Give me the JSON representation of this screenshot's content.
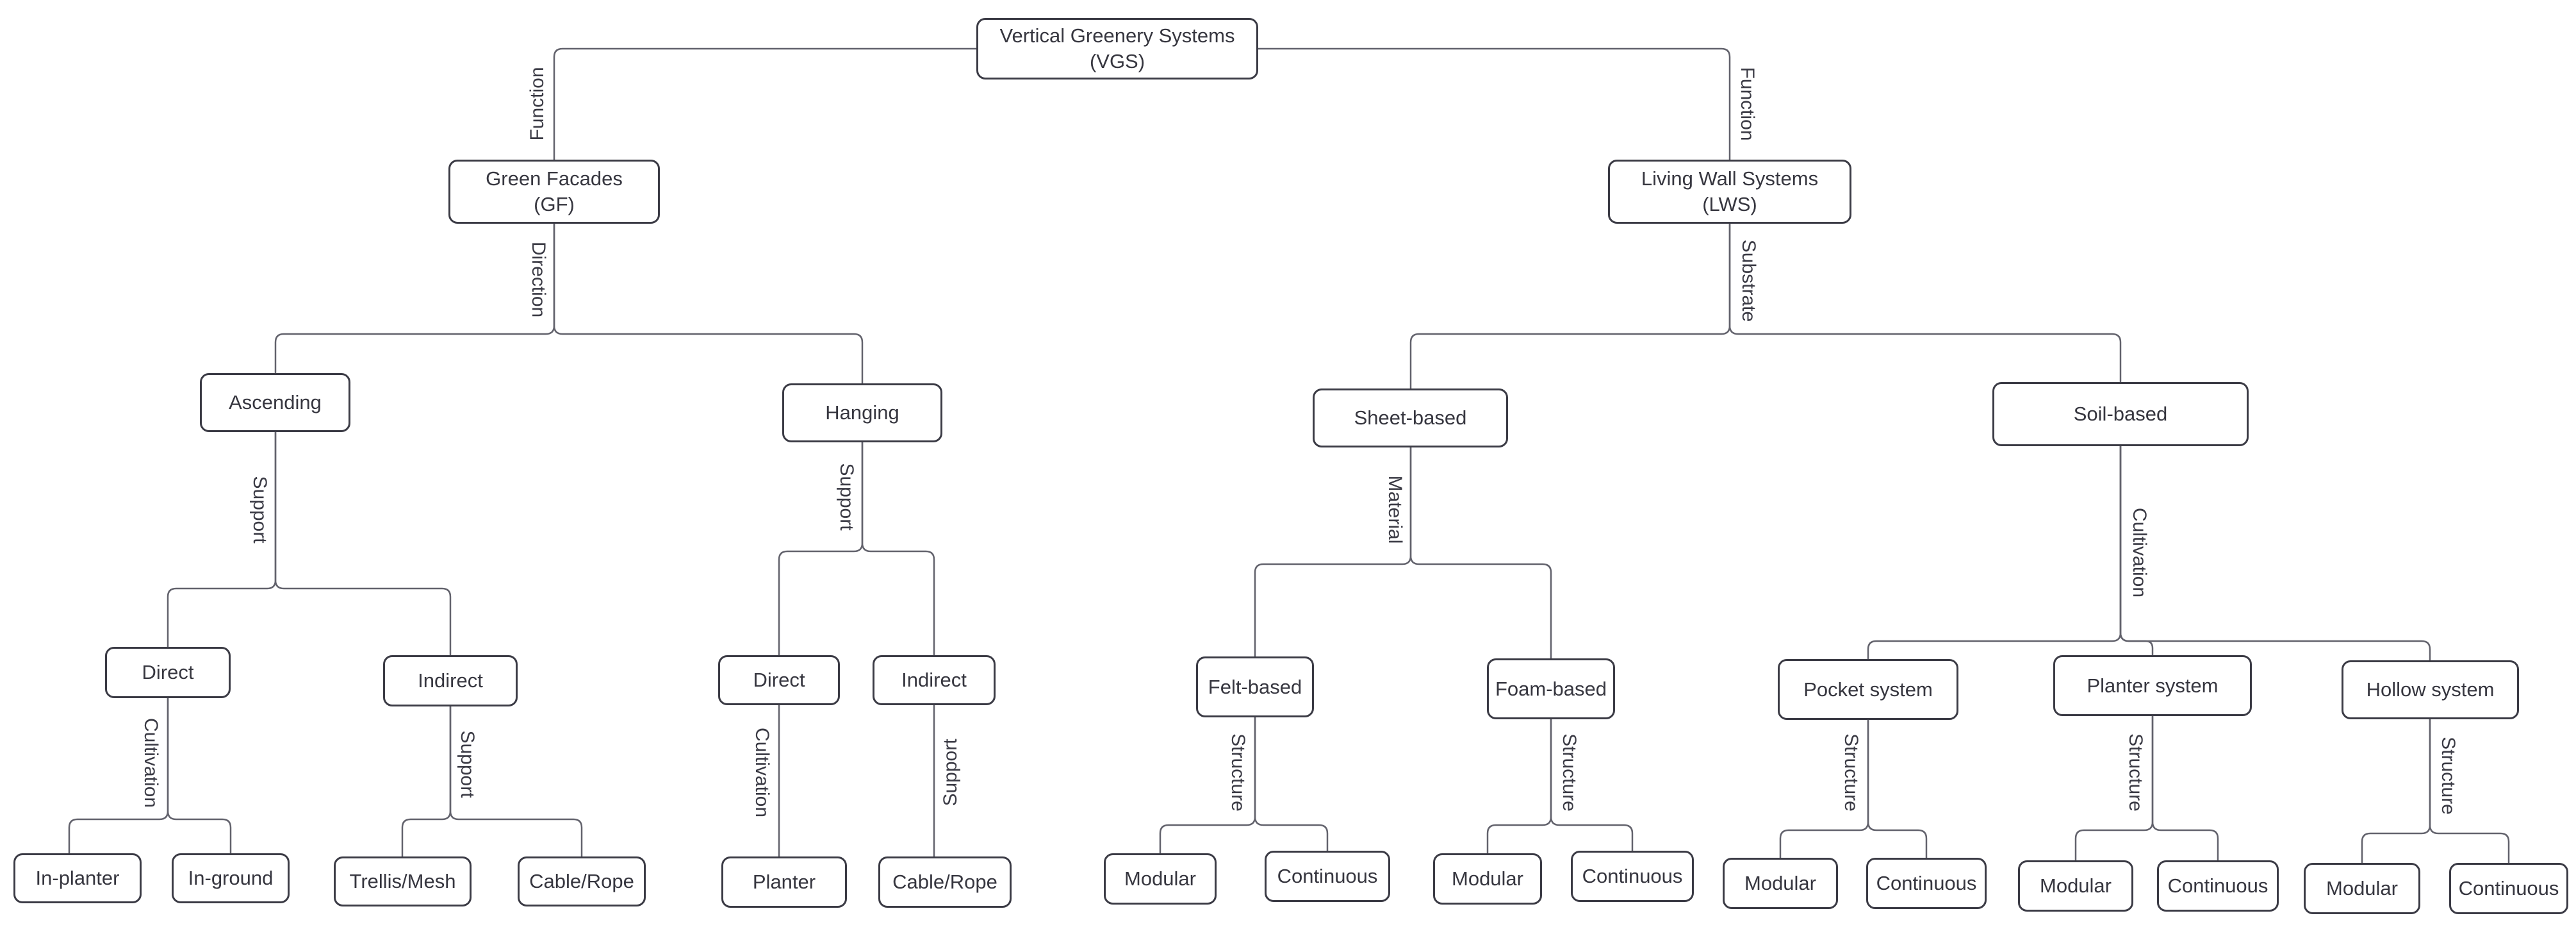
{
  "diagram": {
    "type": "tree",
    "background_color": "#ffffff",
    "node_fill_color": "#ffffff",
    "node_border_color": "#3b3b45",
    "connector_color": "#62626c",
    "text_color": "#36363f",
    "nodes": [
      {
        "id": "vgs",
        "label": "Vertical Greenery Systems\n(VGS)",
        "parent": null,
        "criterion": "Function"
      },
      {
        "id": "gf",
        "label": "Green Facades\n(GF)",
        "parent": "vgs",
        "criterion": "Direction"
      },
      {
        "id": "lws",
        "label": "Living Wall Systems\n(LWS)",
        "parent": "vgs",
        "criterion": "Substrate"
      },
      {
        "id": "ascending",
        "label": "Ascending",
        "parent": "gf",
        "criterion": "Support"
      },
      {
        "id": "hanging",
        "label": "Hanging",
        "parent": "gf",
        "criterion": "Support"
      },
      {
        "id": "sheet",
        "label": "Sheet-based",
        "parent": "lws",
        "criterion": "Material"
      },
      {
        "id": "soil",
        "label": "Soil-based",
        "parent": "lws",
        "criterion": "Cultivation"
      },
      {
        "id": "direct1",
        "label": "Direct",
        "parent": "ascending",
        "criterion": "Cultivation"
      },
      {
        "id": "indirect1",
        "label": "Indirect",
        "parent": "ascending",
        "criterion": "Support"
      },
      {
        "id": "direct2",
        "label": "Direct",
        "parent": "hanging",
        "criterion": "Cultivation"
      },
      {
        "id": "indirect2",
        "label": "Indirect",
        "parent": "hanging",
        "criterion": "Support"
      },
      {
        "id": "felt",
        "label": "Felt-based",
        "parent": "sheet",
        "criterion": "Structure"
      },
      {
        "id": "foam",
        "label": "Foam-based",
        "parent": "sheet",
        "criterion": "Structure"
      },
      {
        "id": "pocket",
        "label": "Pocket system",
        "parent": "soil",
        "criterion": "Structure"
      },
      {
        "id": "plantersys",
        "label": "Planter system",
        "parent": "soil",
        "criterion": "Structure"
      },
      {
        "id": "hollow",
        "label": "Hollow system",
        "parent": "soil",
        "criterion": "Structure"
      },
      {
        "id": "inplanter",
        "label": "In-planter",
        "parent": "direct1",
        "criterion": null
      },
      {
        "id": "inground",
        "label": "In-ground",
        "parent": "direct1",
        "criterion": null
      },
      {
        "id": "trellis",
        "label": "Trellis/Mesh",
        "parent": "indirect1",
        "criterion": null
      },
      {
        "id": "cable1",
        "label": "Cable/Rope",
        "parent": "indirect1",
        "criterion": null
      },
      {
        "id": "planter",
        "label": "Planter",
        "parent": "direct2",
        "criterion": null
      },
      {
        "id": "cable2",
        "label": "Cable/Rope",
        "parent": "indirect2",
        "criterion": null
      },
      {
        "id": "modular1",
        "label": "Modular",
        "parent": "felt",
        "criterion": null
      },
      {
        "id": "continuous1",
        "label": "Continuous",
        "parent": "felt",
        "criterion": null
      },
      {
        "id": "modular2",
        "label": "Modular",
        "parent": "foam",
        "criterion": null
      },
      {
        "id": "continuous2",
        "label": "Continuous",
        "parent": "foam",
        "criterion": null
      },
      {
        "id": "modular3",
        "label": "Modular",
        "parent": "pocket",
        "criterion": null
      },
      {
        "id": "continuous3",
        "label": "Continuous",
        "parent": "pocket",
        "criterion": null
      },
      {
        "id": "modular4",
        "label": "Modular",
        "parent": "plantersys",
        "criterion": null
      },
      {
        "id": "continuous4",
        "label": "Continuous",
        "parent": "plantersys",
        "criterion": null
      },
      {
        "id": "modular5",
        "label": "Modular",
        "parent": "hollow",
        "criterion": null
      },
      {
        "id": "continuous5",
        "label": "Continuous",
        "parent": "hollow",
        "criterion": null
      }
    ]
  }
}
